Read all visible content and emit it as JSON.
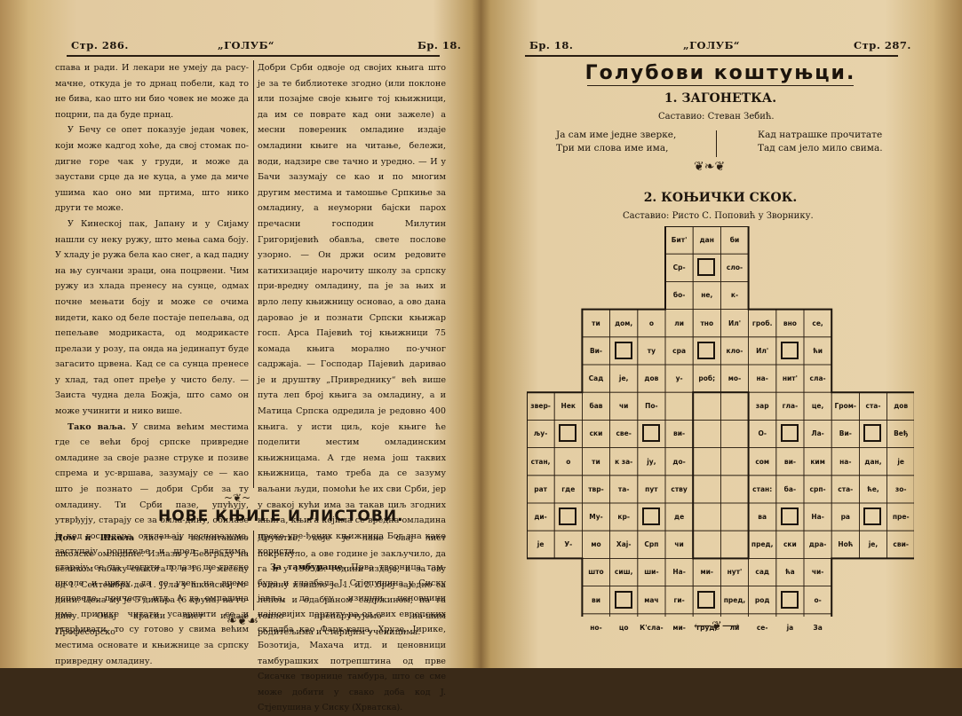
{
  "left_page": {
    "header_left": "Стр. 286.",
    "header_center": "„ГОЛУБ“",
    "header_right": "Бр. 18.",
    "col1_paragraphs": [
      "спава и ради. И лекари не умеју да расу-мачне, откуда је то дрнац побели, кад то не бива, као што ни био човек не може да поцрни, па да буде прнац.",
      "У Бечу се опет показује један човек, који може кадгод хоће, да свој стомак по-дигне горе чак у груди, и може да заустави срце да не куца, а уме да миче ушима као оно ми пртима, што нико други те може.",
      "У Кинеској пак, Јапану и у Сијаму нашли су неку ружу, што мења сама боју. У хладу је ружа бела као снег, а кад падну на њу сунчани зраци, она поцрвени. Чим ружу из хлада пренесу на сунце, одмах почне мењати боју и може се очима видети, како од беле постаје пепељава, од пепељаве модрикаста, од модрикасте прелази у розу, па онда на јединапут буде загасито црвена. Кад се са сунца пренесе у хлад, тад опет пређе у чисто белу. — Заиста чудна дела Божја, што само он може учинити и нико више."
    ],
    "tako_title": "Тако ваља.",
    "tako_text": "У свима већим местима где се већи број српске привредне омладине за своје разне струке и позиве спрема и ус-вршава, зазумају се — као што је познато — добри Срби за ту омладину. Ти Срби пазе, упућују, утврђују, старају се за омла-дину, обилазе је код господара, отклањају неспоразуме, заступају родитеље и пред властима, старају се да шегрти полазе ше-гртске школе и цркву, да се увек на време исповеде, причесте итд. А да омладина има прилике читати усавршити се и утврђивати, то су готово у свима већим местима основате и књижнице за српску привредну омладину.",
    "col2_text": "Добри Срби одвоје од својих књига што је за те библиотеке згодно (или поклоне или позајме своје књиге тој књижници, да им се поврате кад они зажеле) а месни повереник омладине издаје омладини књиге на читање, бележи, води, надзире све тачно и уредно. — И у Бачи зазумају се као и по многим другим местима и тамошње Српкиње за омладину, а неуморни бајски парох пречасни господин Милутин Григоријевић обавља, свете послове узорно. — Он држи осим редовите катихизације нарочиту школу за српску при-вредну омладину, па је за њих и врло лепу књижницу основао, а ово дана даровао је и познати Српски књижар госп. Арса Пајевић тој књижници 75 комада књига морално по-учног садржаја. — Господар Пајевић даривао је и друштву „Привреднику“ већ више пута леп број књига за омладину, а и Матица Српска одредила је редовно 400 књига. у исти циљ, које књиге ће поделити местим омладинским књижницама. А где нема још таквих књижница, тамо треба да се зазуму ваљани људи, помоћи ће их сви Срби, јер у свакој кући има за такав циљ згодних књига, књига којима се вредна омладина преко уре-ђених књижница Бог зна како користи.",
    "tamb_title": "За тамбураше.",
    "tamb_text": "Прва творница там-бура и глазбала J. Стјепушина у Сиску јавља, да су изишли ценовници најновијих партиту-ра од свих европских складба као Фарк-каша, Хрузе, Јирике, Бозотија, Махача итд. и ценовници тамбурашких потрепштина од прве Сисачке творнице тамбура, што се сме може добити у свако доба код J. Стјепушина у Сиску (Хрватска).",
    "section_title": "НОВЕ КЊИГЕ И ЛИСТОВИ.",
    "dom_title": "Дом и Школа",
    "dom_text": "лист за васпитавање школске омладине. Излази у Београду на великом табаку свакога 1. и 16. у месецу од 1. Септембра до 1. Јула у школској го-дини. Цена му је 5 динара (6 круна) на го-дину. Овај красни лист издаје Професорско",
    "col2b_text": "Друштво, које је лане овај лист покренуло, а ове године је закључило, да га и у 1905/6. години издаје, и за ову годину изишло је 1. и 2. број заједно са лепом и одабраном садржином, па га топло препоручујемо на-шим родитељима и старијим ученицима."
  },
  "right_page": {
    "header_left": "Бр. 18.",
    "header_center": "„ГОЛУБ“",
    "header_right": "Стр. 287.",
    "masthead": "Голубови коштуњци.",
    "riddle_title": "1. ЗАГОНЕТКА.",
    "riddle_author": "Саставио: Стеван Зебић.",
    "verse_left": [
      "Ја сам име једне зверке,",
      "Три ми слова име има,"
    ],
    "verse_right": [
      "Кад натрашке прочитате",
      "Тад сам јело мило свима."
    ],
    "knight_title": "2. КОЊИЧКИ СКОК.",
    "knight_author": "Саставио: Ристо С. Поповић у Зворнику.",
    "grid": [
      [
        "",
        "",
        "",
        "",
        "",
        "Бит'",
        "дан",
        "би",
        "",
        "",
        "",
        "",
        "",
        ""
      ],
      [
        "",
        "",
        "",
        "",
        "",
        "Ср-",
        "",
        "сло-",
        "",
        "",
        "",
        "",
        "",
        ""
      ],
      [
        "",
        "",
        "",
        "",
        "",
        "бо-",
        "не,",
        "к-",
        "",
        "",
        "",
        "",
        "",
        ""
      ],
      [
        "",
        "",
        "ти",
        "дом,",
        "о",
        "ли",
        "тно",
        "Ил'",
        "гроб.",
        "вно",
        "се,",
        "",
        "",
        ""
      ],
      [
        "",
        "",
        "Ви-",
        "",
        "ту",
        "сра",
        "",
        "кло-",
        "Ил'",
        "",
        "ћи",
        "",
        "",
        ""
      ],
      [
        "",
        "",
        "Сад",
        "је,",
        "дов",
        "у-",
        "роб;",
        "мо-",
        "на-",
        "нит'",
        "сла-",
        "",
        "",
        ""
      ],
      [
        "звер-",
        "Нек",
        "бав",
        "чи",
        "По-",
        "",
        "",
        "",
        "зар",
        "гла-",
        "це,",
        "Гром-",
        "ста-",
        "дов"
      ],
      [
        "љу-",
        "",
        "ски",
        "све-",
        "",
        "ви-",
        "",
        "",
        "О-",
        "",
        "Ла-",
        "Ви-",
        "",
        "Веђ"
      ],
      [
        "стан,",
        "о",
        "ти",
        "к за-",
        "ју,",
        "до-",
        "",
        "",
        "сом",
        "ви-",
        "ким",
        "на-",
        "дан,",
        "је"
      ],
      [
        "рат",
        "где",
        "твр-",
        "та-",
        "пут",
        "ству",
        "",
        "",
        "стан:",
        "ба-",
        "срп-",
        "ста-",
        "ће,",
        "зо-"
      ],
      [
        "ди-",
        "",
        "Му-",
        "кр-",
        "",
        "де",
        "",
        "",
        "ва",
        "",
        "На-",
        "ра",
        "",
        "пре-"
      ],
      [
        "је",
        "У-",
        "мо",
        "Хај-",
        "Срп",
        "чи",
        "",
        "",
        "пред,",
        "ски",
        "дра-",
        "Ноћ",
        "је,",
        "сви-"
      ],
      [
        "",
        "",
        "што",
        "сиш,",
        "ши-",
        "На-",
        "ми-",
        "нут'",
        "сад",
        "ћа",
        "чи-",
        "",
        "",
        ""
      ],
      [
        "",
        "",
        "ви",
        "",
        "мач",
        "ги-",
        "",
        "пред,",
        "род",
        "",
        "о-",
        "",
        "",
        ""
      ],
      [
        "",
        "",
        "но-",
        "цо",
        "К'сла-",
        "ми-",
        "груд,",
        "ли",
        "се-",
        "ја",
        "За",
        "",
        "",
        ""
      ]
    ]
  }
}
